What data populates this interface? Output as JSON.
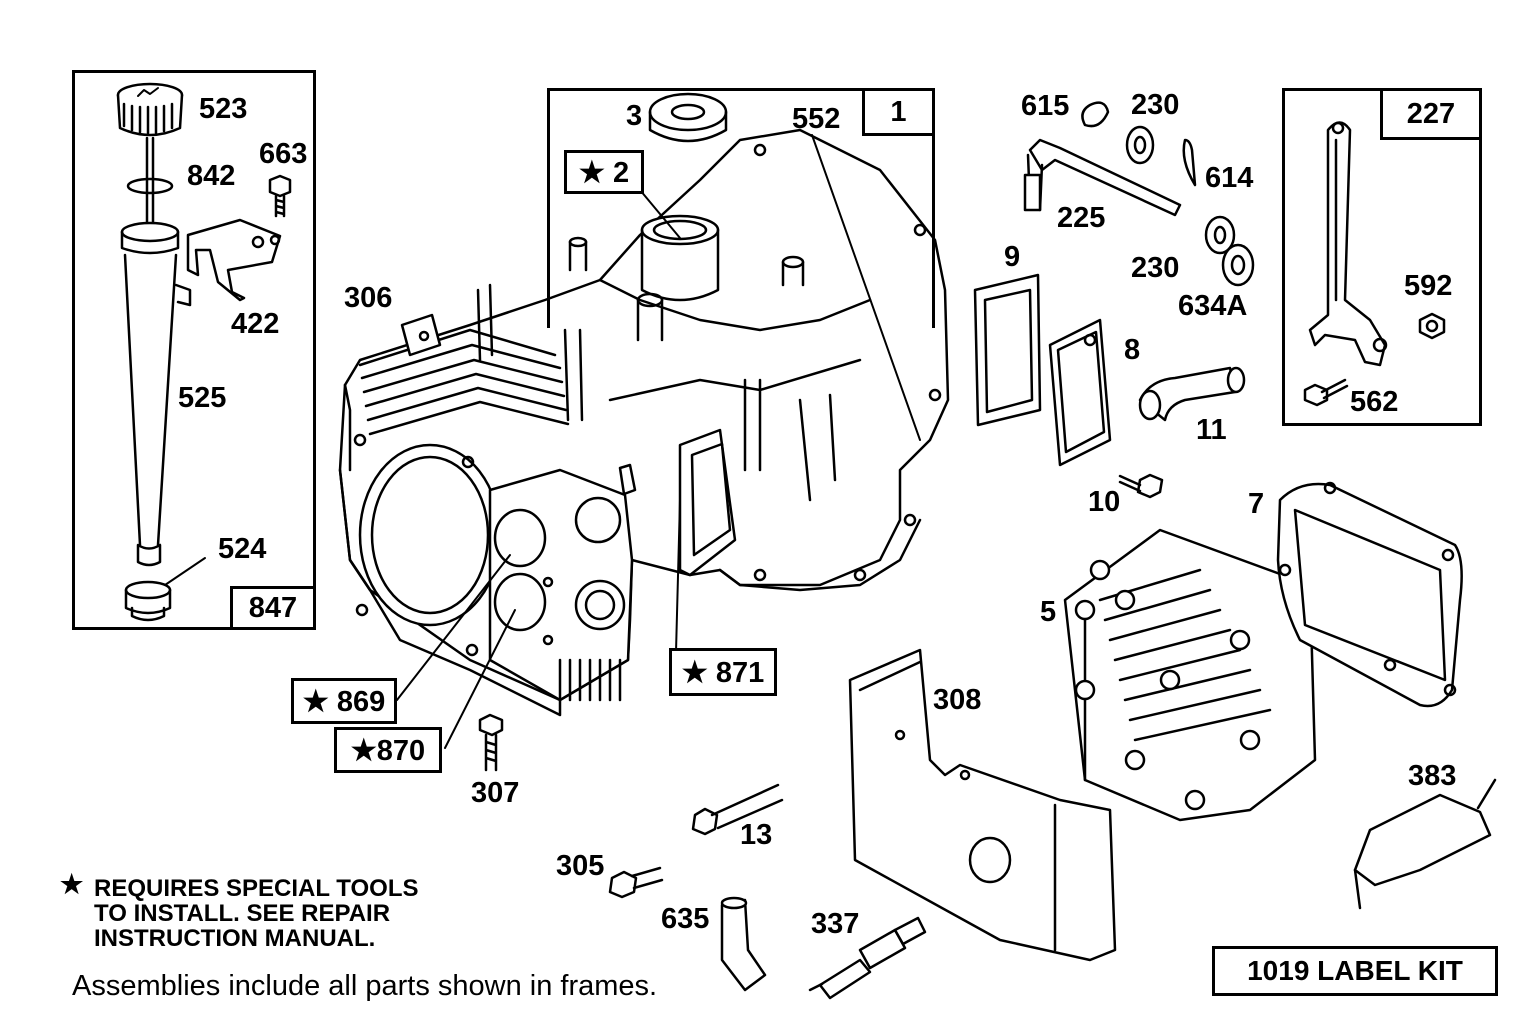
{
  "assemblies": {
    "dipstick": "847",
    "crankcase": "1",
    "governor": "227"
  },
  "callouts": {
    "crankcase_gasket": "★ 2",
    "valve_seat_869": "★ 869",
    "valve_seat_870": "★870",
    "bushing_871": "★ 871"
  },
  "parts": {
    "p523": "523",
    "p842": "842",
    "p663": "663",
    "p422": "422",
    "p525": "525",
    "p524": "524",
    "p3": "3",
    "p552": "552",
    "p306": "306",
    "p615": "615",
    "p230a": "230",
    "p614": "614",
    "p225": "225",
    "p230b": "230",
    "p634a": "634A",
    "p9": "9",
    "p8": "8",
    "p11": "11",
    "p10": "10",
    "p7": "7",
    "p592": "592",
    "p562": "562",
    "p5": "5",
    "p308": "308",
    "p307": "307",
    "p13": "13",
    "p305": "305",
    "p635": "635",
    "p337": "337",
    "p383": "383"
  },
  "notes": {
    "star": "★",
    "line1": "REQUIRES SPECIAL TOOLS",
    "line2": "TO INSTALL.  SEE REPAIR",
    "line3": "INSTRUCTION MANUAL.",
    "assemblies": "Assemblies include all parts shown in frames."
  },
  "label_kit": "1019 LABEL KIT",
  "colors": {
    "ink": "#000000",
    "paper": "#ffffff"
  }
}
